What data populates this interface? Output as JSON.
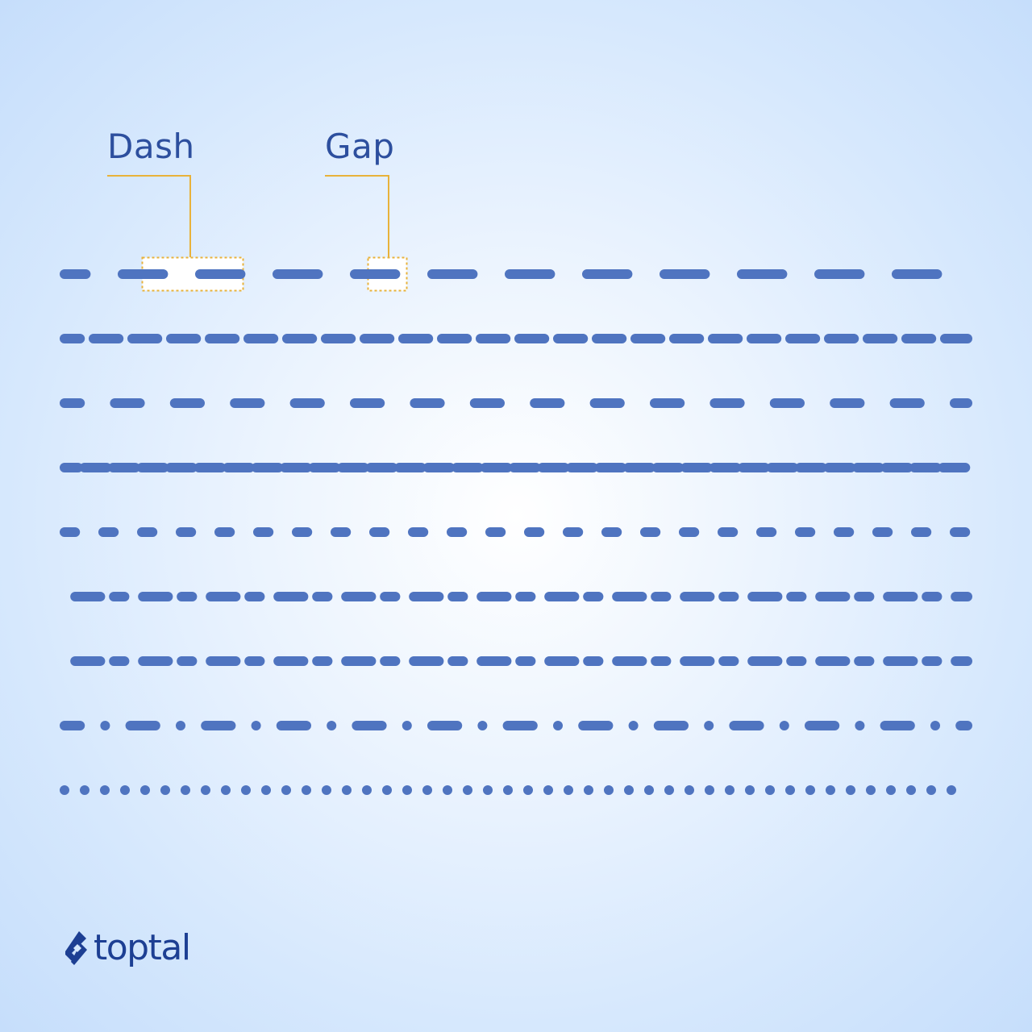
{
  "callouts": {
    "dash_label": "Dash",
    "gap_label": "Gap"
  },
  "brand": {
    "name": "toptal",
    "logo_icon": "toptal-logo-icon"
  },
  "colors": {
    "dash": "#4f74c0",
    "callout_line": "#e8b23a",
    "brand": "#1d3f93",
    "label": "#2d4f9e"
  },
  "patterns": [
    {
      "name": "long-dash-wide-gap",
      "dash": 4.2,
      "gap": 3.8,
      "offset": 2.0
    },
    {
      "name": "medium-dash-medium-gap",
      "dash": 2.6,
      "gap": 1.4,
      "offset": 1.0
    },
    {
      "name": "medium-dash-wide-gap",
      "dash": 2.6,
      "gap": 3.6,
      "offset": 1.0
    },
    {
      "name": "medium-dash-tight-gap",
      "dash": 2.3,
      "gap": 0.66,
      "offset": 0.9
    },
    {
      "name": "short-dash-wide-gap",
      "dash": 1.1,
      "gap": 2.9,
      "offset": 0.0
    },
    {
      "name": "alternating-short-long",
      "dash_array": [
        1.1,
        1.9,
        2.6,
        1.4
      ],
      "offset": 1.9
    },
    {
      "name": "alternating-short-long-2",
      "dash_array": [
        1.1,
        1.9,
        2.6,
        1.4
      ],
      "offset": 1.9
    },
    {
      "name": "dash-dot",
      "dash_array": [
        2.6,
        2.6,
        0,
        2.6
      ],
      "offset": 1.0
    },
    {
      "name": "dotted",
      "dash": 0,
      "gap": 2.08,
      "offset": 0
    }
  ]
}
